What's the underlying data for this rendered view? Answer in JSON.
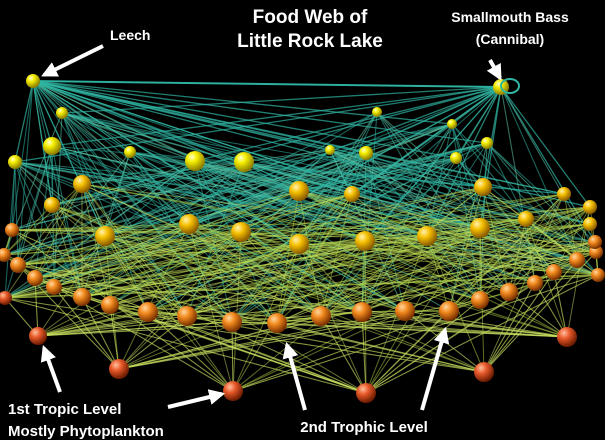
{
  "title": {
    "line1": "Food Web of",
    "line2": "Little Rock Lake"
  },
  "labels": {
    "leech": "Leech",
    "bass_line1": "Smallmouth Bass",
    "bass_line2": "(Cannibal)",
    "level1_line1": "1st Tropic Level",
    "level1_line2": "Mostly Phytoplankton",
    "level2": "2nd Trophic Level"
  },
  "colors": {
    "background": "#000000",
    "label_text": "#ffffff",
    "top_node": "#f4f000",
    "mid_node": "#f5c400",
    "base_node": "#f07a1c",
    "low_node": "#e8582a",
    "link_teal": "#2fb5a3",
    "link_green": "#b9dc4a"
  }
}
